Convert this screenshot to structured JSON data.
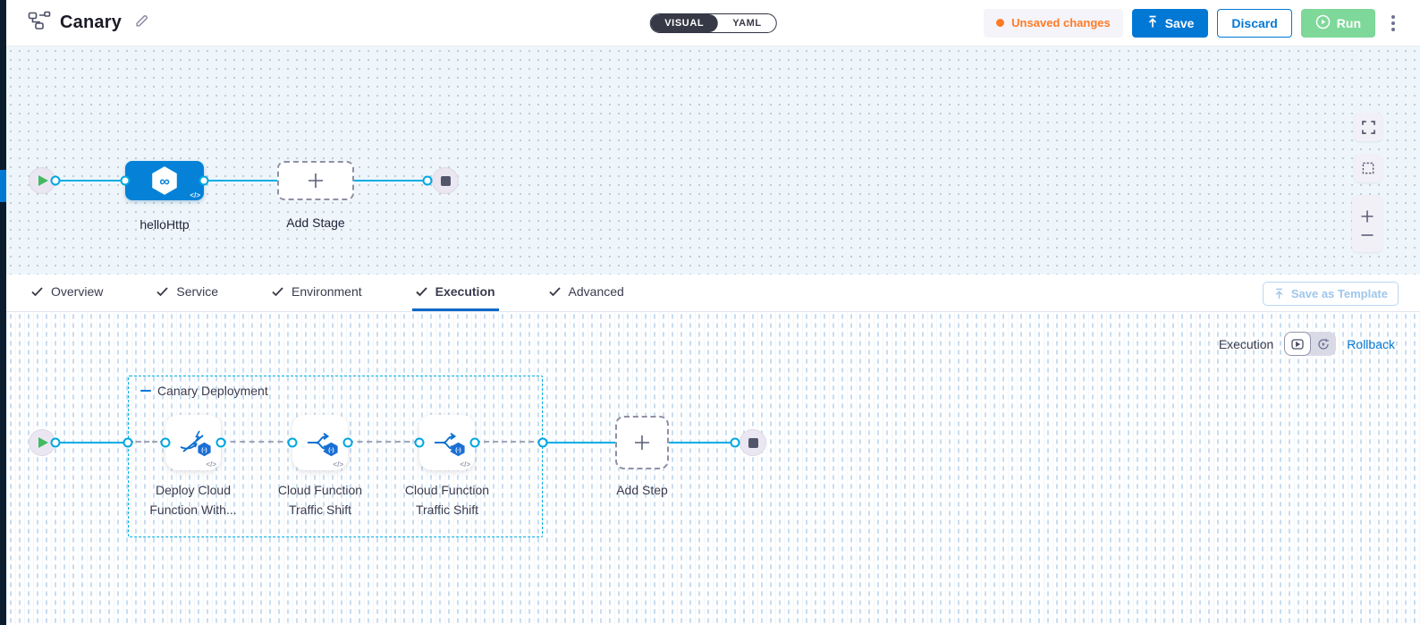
{
  "header": {
    "title": "Canary",
    "mode_toggle": {
      "visual": "VISUAL",
      "yaml": "YAML"
    },
    "unsaved_label": "Unsaved changes",
    "save_label": "Save",
    "discard_label": "Discard",
    "run_label": "Run"
  },
  "stage_canvas": {
    "stage_label": "helloHttp",
    "add_stage_label": "Add Stage"
  },
  "tabs": [
    {
      "label": "Overview",
      "checked": true,
      "selected": false
    },
    {
      "label": "Service",
      "checked": true,
      "selected": false
    },
    {
      "label": "Environment",
      "checked": true,
      "selected": false
    },
    {
      "label": "Execution",
      "checked": true,
      "selected": true
    },
    {
      "label": "Advanced",
      "checked": true,
      "selected": false
    }
  ],
  "tab_bar": {
    "save_as_template_label": "Save as Template"
  },
  "execution_bar": {
    "execution_label": "Execution",
    "rollback_label": "Rollback"
  },
  "execution_canvas": {
    "group_label": "Canary Deployment",
    "steps": [
      {
        "line1": "Deploy Cloud",
        "line2": "Function With...",
        "icon": "deploy-cloud-function-icon"
      },
      {
        "line1": "Cloud Function",
        "line2": "Traffic Shift",
        "icon": "traffic-shift-icon"
      },
      {
        "line1": "Cloud Function",
        "line2": "Traffic Shift",
        "icon": "traffic-shift-icon"
      }
    ],
    "add_step_label": "Add Step"
  },
  "icons": {
    "infinity": "∞",
    "code_badge": "</>",
    "gcf_badge": "(-)"
  },
  "colors": {
    "accent_blue": "#0278d5",
    "flow_line_cyan": "#00ade4",
    "unsaved_orange": "#ff7b26",
    "run_green": "#7ed899",
    "dark_text": "#383946",
    "stage_node_blue": "#0582d8",
    "canvas_tint": "#eef6fb",
    "start_green": "#42ba64"
  }
}
